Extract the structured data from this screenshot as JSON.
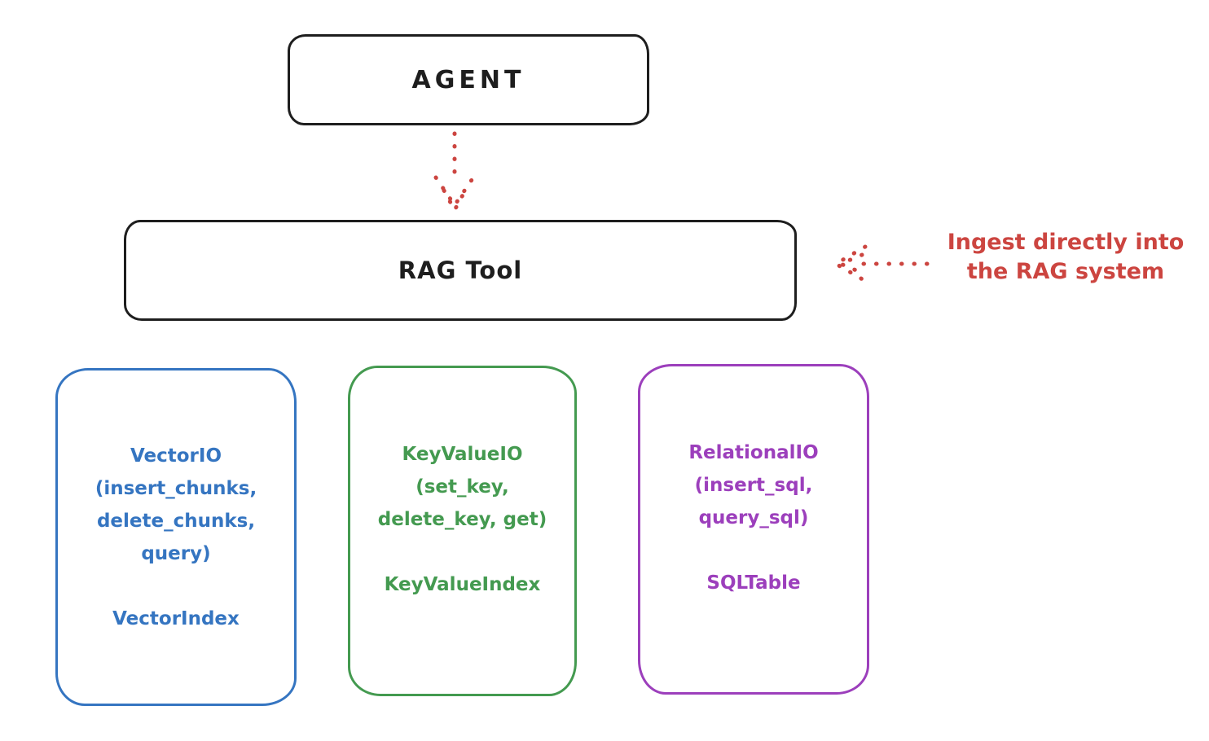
{
  "colors": {
    "black_stroke": "#1e1e1e",
    "red": "#cc4540",
    "blue": "#3575c1",
    "green": "#449a50",
    "purple": "#9c3fbc",
    "background": "#ffffff"
  },
  "diagram": {
    "agent": {
      "label": "AGENT"
    },
    "rag_tool": {
      "label": "RAG Tool"
    },
    "annotation": {
      "lines": [
        "Ingest directly into",
        "the RAG system"
      ],
      "color": "#cc4540"
    },
    "arrows": [
      {
        "name": "agent-to-rag-arrow",
        "style": "dotted",
        "color": "#cc4540",
        "direction": "down",
        "from": "AGENT",
        "to": "RAG Tool"
      },
      {
        "name": "ingest-arrow",
        "style": "dotted",
        "color": "#cc4540",
        "direction": "left",
        "from": "annotation",
        "to": "RAG Tool"
      }
    ],
    "io_boxes": [
      {
        "name": "vector-io-box",
        "color": "#3575c1",
        "lines": [
          "VectorIO",
          "(insert_chunks,",
          "delete_chunks,",
          "query)",
          "",
          "VectorIndex"
        ]
      },
      {
        "name": "keyvalue-io-box",
        "color": "#449a50",
        "lines": [
          "KeyValueIO",
          "(set_key,",
          "delete_key, get)",
          "",
          "KeyValueIndex"
        ]
      },
      {
        "name": "relational-io-box",
        "color": "#9c3fbc",
        "lines": [
          "RelationalIO",
          "(insert_sql,",
          "query_sql)",
          "",
          "SQLTable"
        ]
      }
    ]
  }
}
